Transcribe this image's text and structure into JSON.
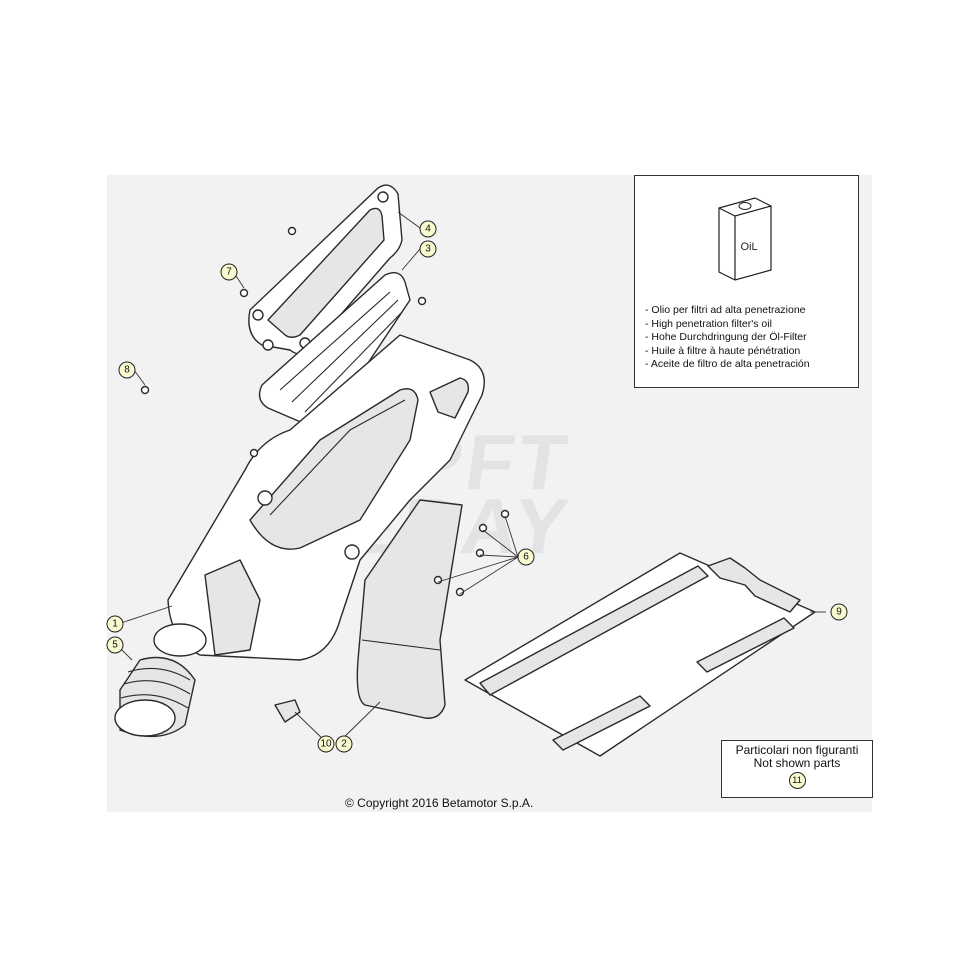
{
  "callouts": [
    "1",
    "2",
    "3",
    "4",
    "5",
    "6",
    "7",
    "8",
    "9",
    "10",
    "11"
  ],
  "oil_box": {
    "can_label": "OiL",
    "legend": [
      "- Olio per filtri ad alta penetrazione",
      "- High penetration filter's oil",
      "- Hohe Durchdringung der Öl-Filter",
      "- Huile à filtre à haute pénétration",
      "- Aceite de filtro de alta penetración"
    ]
  },
  "not_shown": {
    "line1": "Particolari non figuranti",
    "line2": "Not shown parts",
    "ref": "11"
  },
  "watermark": {
    "line1": "SPFT",
    "line2": "EBAY"
  },
  "copyright": "© Copyright 2016 Betamotor S.p.A.",
  "colors": {
    "callout_fill": "#fafad0",
    "canvas_bg": "#f2f2f2",
    "line": "#2a2a2a"
  }
}
